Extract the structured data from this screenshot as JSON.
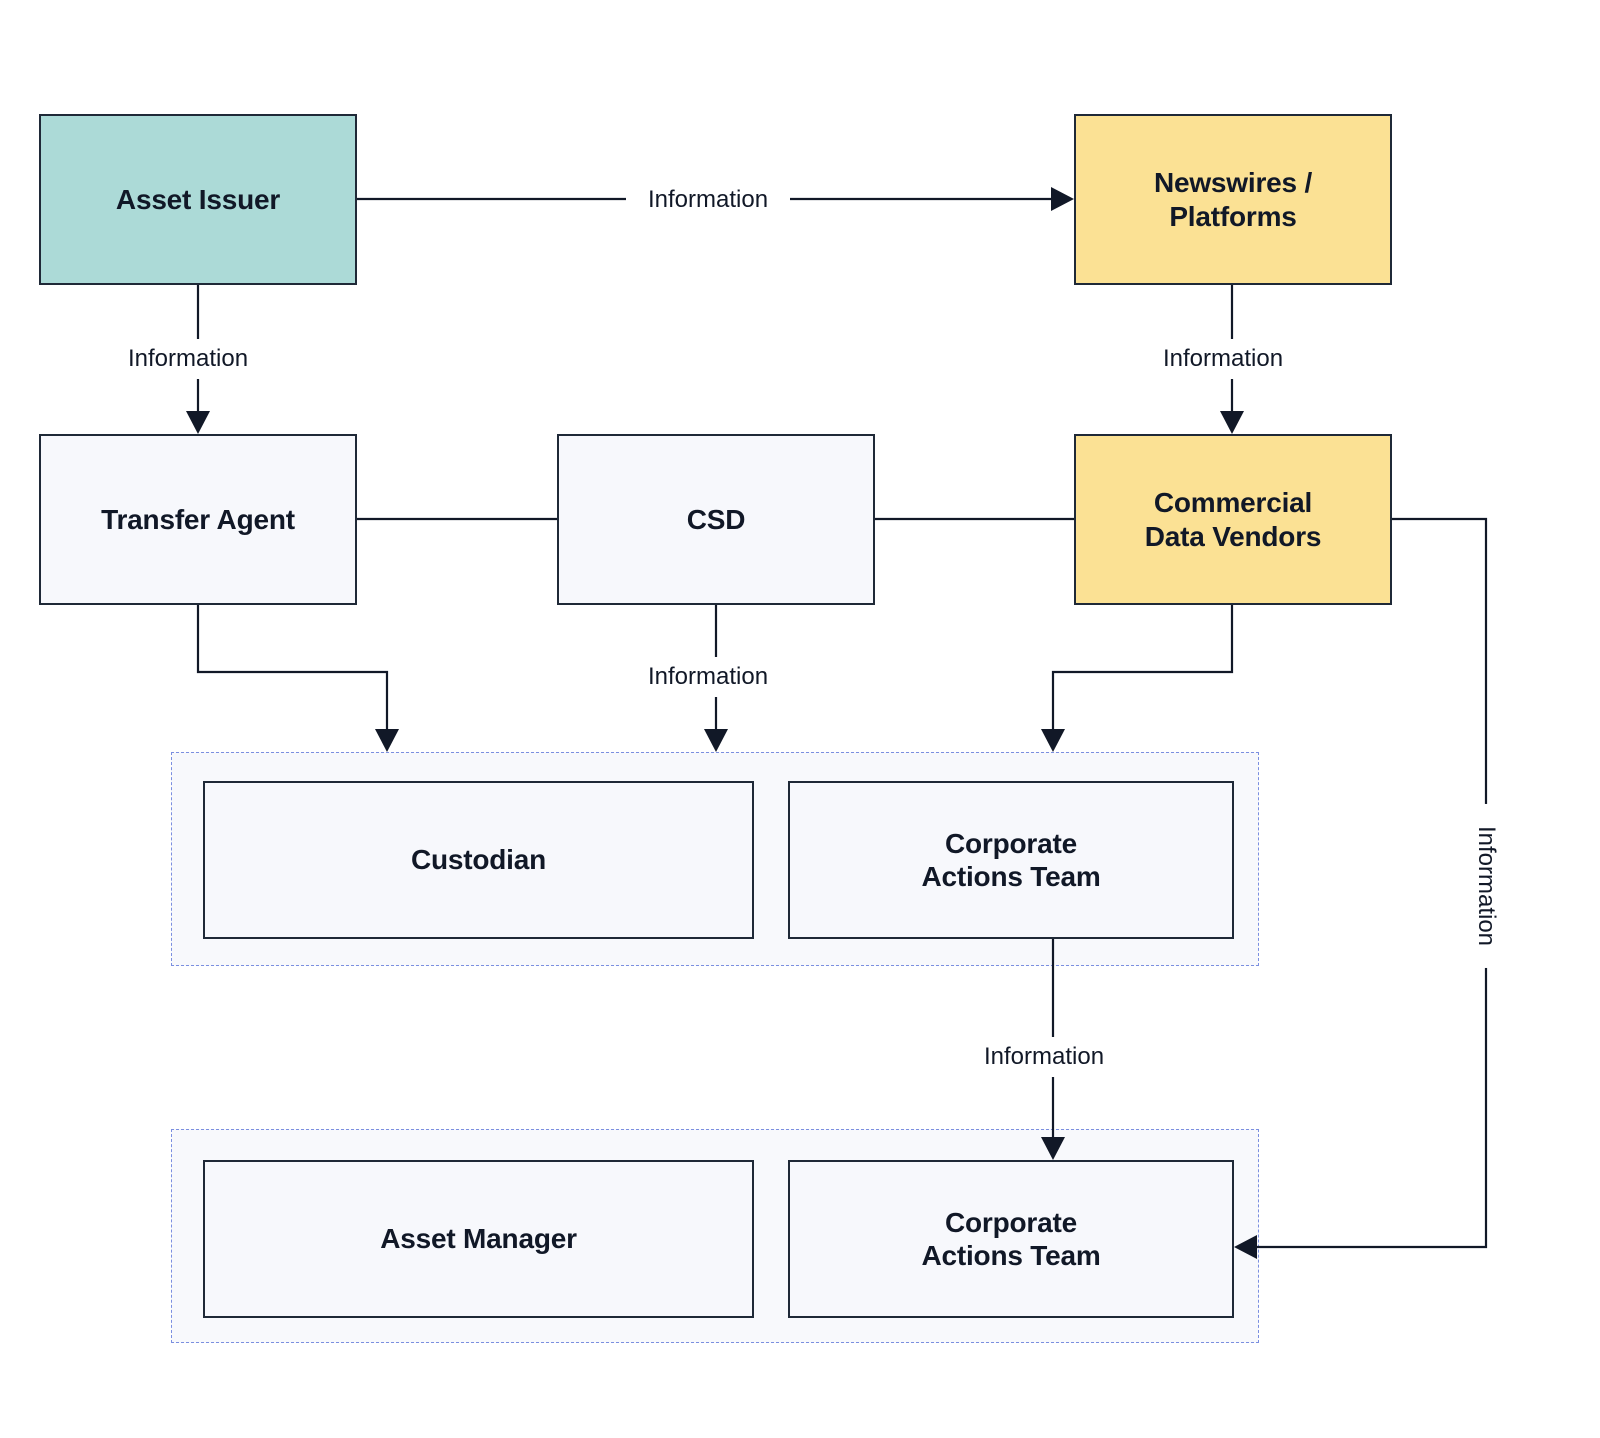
{
  "nodes": {
    "asset_issuer": "Asset Issuer",
    "newswires": "Newswires /\nPlatforms",
    "transfer_agent": "Transfer Agent",
    "csd": "CSD",
    "commercial_data_vendors": "Commercial\nData Vendors",
    "custodian": "Custodian",
    "custodian_ca_team": "Corporate\nActions Team",
    "asset_manager": "Asset Manager",
    "asset_manager_ca_team": "Corporate\nActions Team"
  },
  "edge_labels": {
    "issuer_to_newswires": "Information",
    "issuer_to_transfer_agent": "Information",
    "newswires_to_vendors": "Information",
    "csd_to_custodian_group": "Information",
    "custodian_ca_to_manager_ca": "Information",
    "vendors_to_manager_ca": "Information"
  },
  "colors": {
    "issuer_fill": "#acdad7",
    "source_fill": "#fbe194",
    "node_fill": "#f7f8fc",
    "group_border": "#7b8fe0",
    "line": "#111827"
  }
}
